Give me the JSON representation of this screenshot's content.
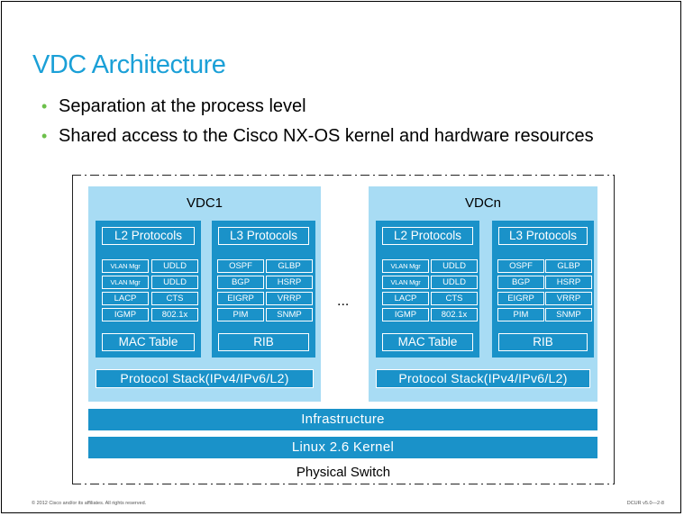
{
  "slide": {
    "title": "VDC Architecture",
    "bullets": [
      "Separation at the process level",
      "Shared access to the Cisco NX-OS kernel and hardware resources"
    ],
    "ellipsis": "...",
    "physical_switch": "Physical Switch",
    "infrastructure": "Infrastructure",
    "kernel": "Linux 2.6 Kernel",
    "footer_left": "© 2012 Cisco and/or its affiliates. All rights reserved.",
    "footer_right": "DCUR v5.0—2-8"
  },
  "vdcs": [
    {
      "name": "VDC1",
      "l2": {
        "title": "L2 Protocols",
        "items": [
          "VLAN Mgr",
          "UDLD",
          "VLAN Mgr",
          "UDLD",
          "LACP",
          "CTS",
          "IGMP",
          "802.1x"
        ],
        "footer": "MAC Table"
      },
      "l3": {
        "title": "L3 Protocols",
        "items": [
          "OSPF",
          "GLBP",
          "BGP",
          "HSRP",
          "EIGRP",
          "VRRP",
          "PIM",
          "SNMP"
        ],
        "footer": "RIB"
      },
      "stack": "Protocol Stack(IPv4/IPv6/L2)"
    },
    {
      "name": "VDCn",
      "l2": {
        "title": "L2 Protocols",
        "items": [
          "VLAN Mgr",
          "UDLD",
          "VLAN Mgr",
          "UDLD",
          "LACP",
          "CTS",
          "IGMP",
          "802.1x"
        ],
        "footer": "MAC Table"
      },
      "l3": {
        "title": "L3 Protocols",
        "items": [
          "OSPF",
          "GLBP",
          "BGP",
          "HSRP",
          "EIGRP",
          "VRRP",
          "PIM",
          "SNMP"
        ],
        "footer": "RIB"
      },
      "stack": "Protocol Stack(IPv4/IPv6/L2)"
    }
  ]
}
